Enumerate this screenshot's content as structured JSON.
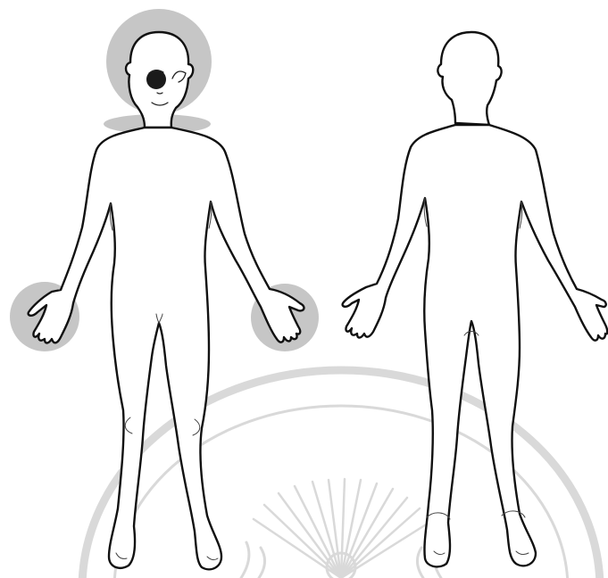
{
  "figure": {
    "views": [
      {
        "id": "front",
        "has_markings": true
      },
      {
        "id": "back",
        "has_markings": false
      }
    ],
    "markings": [
      {
        "region": "head",
        "shape": "circle",
        "shading": "light-gray"
      },
      {
        "region": "left-eye",
        "shape": "dark-spot",
        "shading": "black"
      },
      {
        "region": "neck",
        "shape": "ellipse",
        "shading": "light-gray"
      },
      {
        "region": "right-hand",
        "shape": "circle",
        "shading": "light-gray"
      },
      {
        "region": "left-hand",
        "shape": "circle",
        "shading": "light-gray"
      }
    ],
    "colors": {
      "outline": "#111111",
      "marking": "#c6c6c6",
      "spot": "#1a1a1a",
      "watermark": "#d9d9d9",
      "background": "#ffffff"
    }
  }
}
